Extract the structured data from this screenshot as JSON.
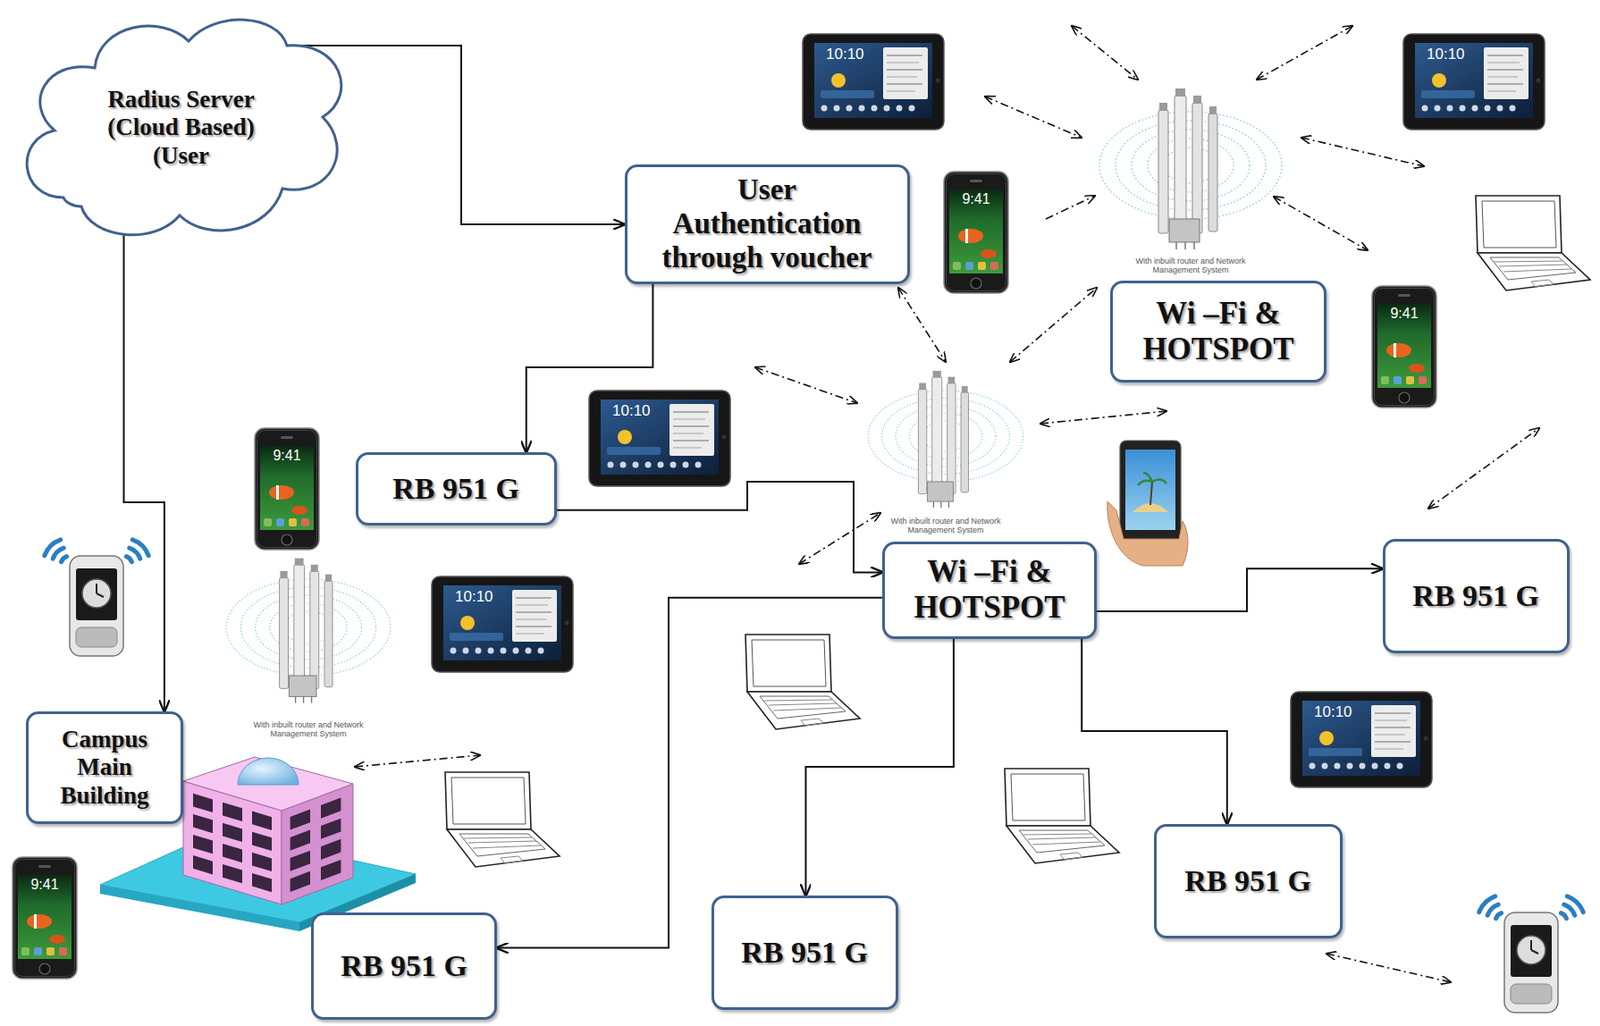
{
  "diagram": {
    "nodes": [
      {
        "text": [
          "Radius Server (Cloud Based) (User"
        ]
      },
      {
        "text": [
          "User Authentication through voucher"
        ]
      },
      {
        "text": [
          "Wi –Fi & HOTSPOT"
        ]
      },
      {
        "text": [
          "RB 951 G"
        ]
      },
      {
        "text": [
          "Wi –Fi & HOTSPOT"
        ]
      },
      {
        "text": [
          "RB 951 G"
        ]
      },
      {
        "text": [
          "Campus Main Building"
        ]
      },
      {
        "text": [
          "RB 951 G"
        ]
      },
      {
        "text": [
          "RB 951 G"
        ]
      },
      {
        "text": [
          "RB 951 G"
        ]
      }
    ],
    "edges": [
      {
        "from": 0,
        "to": 1,
        "arrow": "to"
      },
      {
        "from": 0,
        "to": 6,
        "arrow": "to"
      },
      {
        "from": 1,
        "to": 3,
        "arrow": "to"
      },
      {
        "from": 3,
        "to": 4,
        "arrow": "to"
      },
      {
        "from": 4,
        "to": 9,
        "arrow": "to"
      },
      {
        "from": 4,
        "to": 8,
        "arrow": "to"
      },
      {
        "from": 4,
        "to": 7,
        "arrow": "to"
      },
      {
        "from": 4,
        "to": 5,
        "arrow": "to"
      }
    ],
    "labels": [
      "10:10",
      "10:10",
      "9:41",
      "With inbuilt router and Network Management System",
      "9:41",
      "10:10",
      "9:41",
      "With inbuilt router and Network Management System",
      "10:10",
      "With inbuilt router and Network Management System",
      "10:10",
      "9:41"
    ]
  }
}
